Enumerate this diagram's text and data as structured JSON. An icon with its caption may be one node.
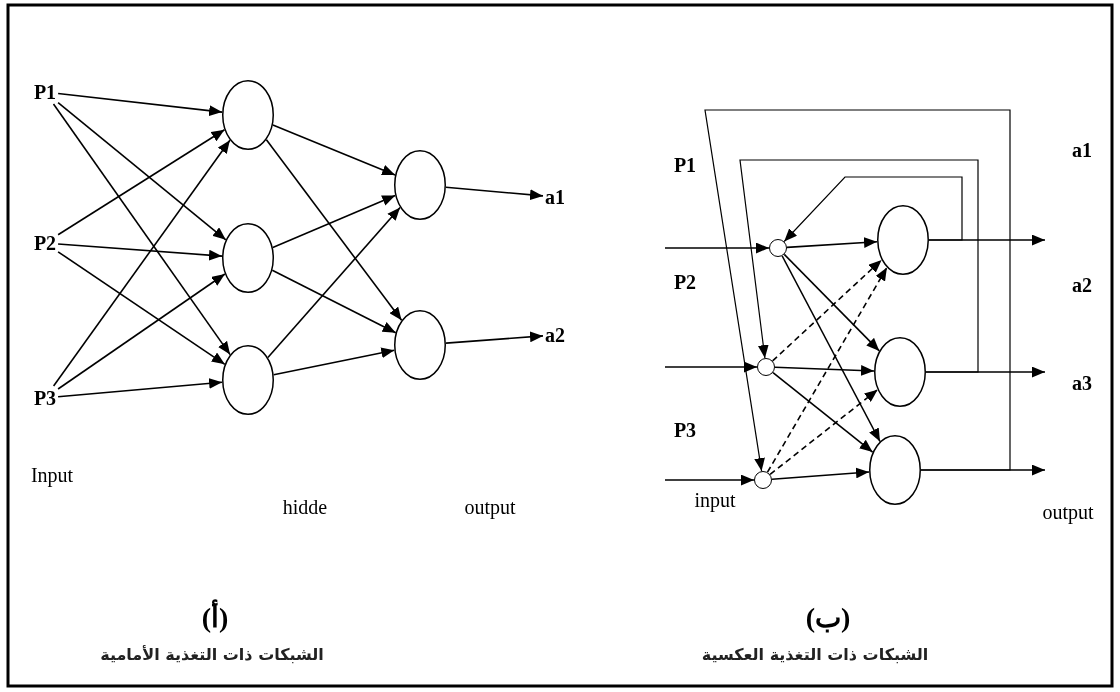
{
  "diagram": {
    "nodes": [
      {
        "text": [
          "P1"
        ]
      },
      {
        "text": [
          "P2"
        ]
      },
      {
        "text": [
          "P3"
        ]
      },
      {
        "text": [],
        "shape": "circle"
      },
      {
        "text": [],
        "shape": "circle"
      },
      {
        "text": [],
        "shape": "circle"
      },
      {
        "text": [],
        "shape": "circle"
      },
      {
        "text": [],
        "shape": "circle"
      },
      {
        "text": [
          "a1"
        ]
      },
      {
        "text": [
          "a2"
        ]
      },
      {
        "text": [],
        "shape": "circle"
      },
      {
        "text": [],
        "shape": "circle"
      },
      {
        "text": [],
        "shape": "circle"
      },
      {
        "text": [],
        "shape": "circle"
      },
      {
        "text": [],
        "shape": "circle"
      },
      {
        "text": [],
        "shape": "circle"
      }
    ],
    "edges": [
      {
        "from": 0,
        "to": 3,
        "arrow": "to"
      },
      {
        "from": 0,
        "to": 4,
        "arrow": "to"
      },
      {
        "from": 0,
        "to": 5,
        "arrow": "to"
      },
      {
        "from": 1,
        "to": 3,
        "arrow": "to"
      },
      {
        "from": 1,
        "to": 4,
        "arrow": "to"
      },
      {
        "from": 1,
        "to": 5,
        "arrow": "to"
      },
      {
        "from": 2,
        "to": 3,
        "arrow": "to"
      },
      {
        "from": 2,
        "to": 4,
        "arrow": "to"
      },
      {
        "from": 2,
        "to": 5,
        "arrow": "to"
      },
      {
        "from": 3,
        "to": 6,
        "arrow": "to"
      },
      {
        "from": 3,
        "to": 7,
        "arrow": "to"
      },
      {
        "from": 4,
        "to": 6,
        "arrow": "to"
      },
      {
        "from": 4,
        "to": 7,
        "arrow": "to"
      },
      {
        "from": 5,
        "to": 6,
        "arrow": "to"
      },
      {
        "from": 5,
        "to": 7,
        "arrow": "to"
      },
      {
        "from": 6,
        "to": 8,
        "arrow": "to"
      },
      {
        "from": 7,
        "to": 9,
        "arrow": "to"
      },
      {
        "from": null,
        "to": 10,
        "arrow": "to"
      },
      {
        "from": null,
        "to": 11,
        "arrow": "to"
      },
      {
        "from": null,
        "to": 12,
        "arrow": "to"
      },
      {
        "from": 10,
        "to": 13,
        "arrow": "to"
      },
      {
        "from": 10,
        "to": 14,
        "arrow": "to"
      },
      {
        "from": 10,
        "to": 15,
        "arrow": "to"
      },
      {
        "from": 11,
        "to": 13,
        "arrow": "to",
        "style": "dashed"
      },
      {
        "from": 11,
        "to": 14,
        "arrow": "to"
      },
      {
        "from": 11,
        "to": 15,
        "arrow": "to"
      },
      {
        "from": 12,
        "to": 13,
        "arrow": "to",
        "style": "dashed"
      },
      {
        "from": 12,
        "to": 14,
        "arrow": "to",
        "style": "dashed"
      },
      {
        "from": 12,
        "to": 15,
        "arrow": "to"
      },
      {
        "from": 13,
        "to": null,
        "arrow": "to"
      },
      {
        "from": 14,
        "to": null,
        "arrow": "to"
      },
      {
        "from": 15,
        "to": null,
        "arrow": "to"
      },
      {
        "from": 13,
        "to": 10,
        "arrow": "to"
      },
      {
        "from": 14,
        "to": 11,
        "arrow": "to"
      },
      {
        "from": 15,
        "to": 12,
        "arrow": "to"
      }
    ],
    "labels": [
      "Input",
      "hidde",
      "output",
      "(أ)",
      "الشبكات ذات التغذية الأمامية",
      "P1",
      "a1",
      "P2",
      "a2",
      "a3",
      "P3",
      "input",
      "output",
      "(ب)",
      "الشبكات ذات التغذية العكسية"
    ]
  }
}
